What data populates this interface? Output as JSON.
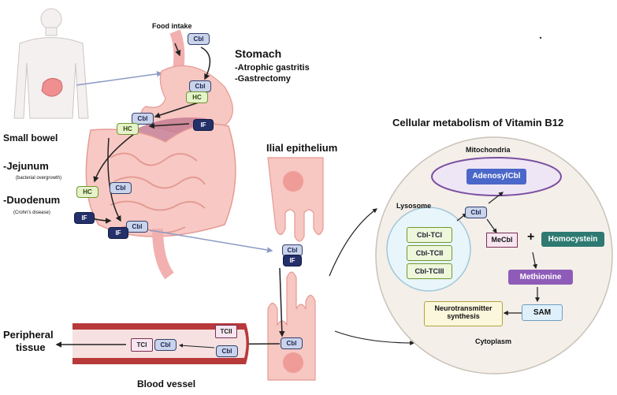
{
  "body_labels": {
    "food_intake": "Food intake",
    "stomach_title": "Stomach",
    "atrophic": "-Atrophic gastritis",
    "gastrectomy": "-Gastrectomy",
    "small_bowel": "Small bowel",
    "jejunum": "-Jejunum",
    "bacterial": "(bacterial overgrowth)",
    "duodenum": "-Duodenum",
    "crohns": "(Crohn's disease)",
    "ilial": "Ilial epithelium",
    "peripheral_1": "Peripheral",
    "peripheral_2": "tissue",
    "blood_vessel": "Blood vessel"
  },
  "molecules": {
    "cbl": "Cbl",
    "hc": "HC",
    "if": "IF",
    "tci": "TCI",
    "tcii": "TCII"
  },
  "cell": {
    "title": "Cellular metabolism of Vitamin B12",
    "mitochondria": "Mitochondria",
    "adenosyl": "AdenosylCbl",
    "lysosome": "Lysosome",
    "cbl_tci": "Cbl-TCI",
    "cbl_tcii": "Cbl-TCII",
    "cbl_tciii": "Cbl-TCIII",
    "mecbl": "MeCbl",
    "plus": "+",
    "homocystein": "Homocystein",
    "methionine": "Methionine",
    "sam": "SAM",
    "neuro_1": "Neurotransmitter",
    "neuro_2": "synthesis",
    "cytoplasm": "Cytoplasm"
  },
  "colors": {
    "cbl_fill": "#c9d3ea",
    "hc_fill": "#e6f2cc",
    "if_fill": "#243069",
    "adenosyl_fill": "#4a67c9",
    "methionine_fill": "#8e5cb8",
    "homocystein_fill": "#2e7a72",
    "sam_fill": "#dff0fb",
    "vessel": "#b8393a"
  }
}
